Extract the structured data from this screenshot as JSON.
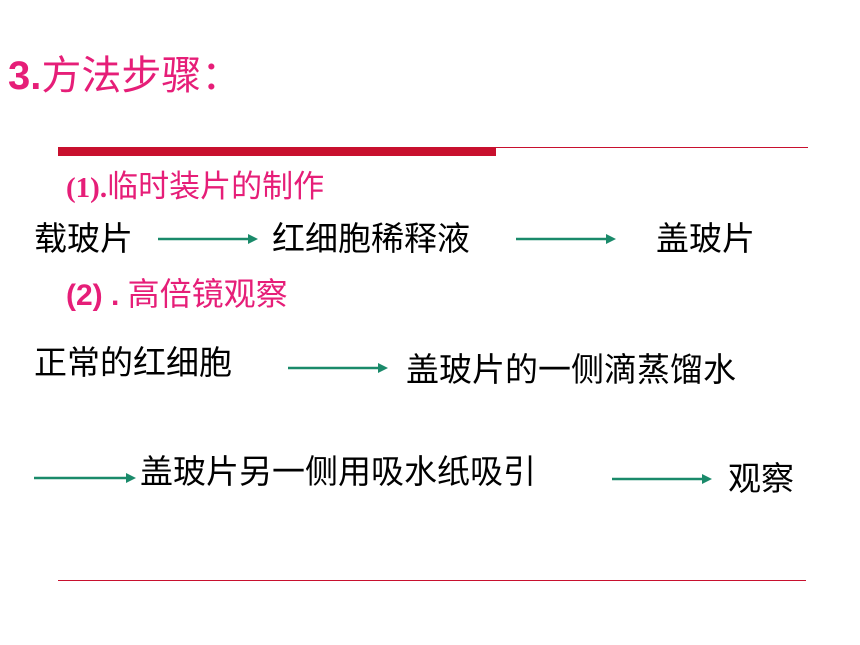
{
  "title": {
    "number": "3.",
    "text": "方法步骤："
  },
  "section1": {
    "number": "(1).",
    "text": "临时装片的制作",
    "steps": [
      "载玻片",
      "红细胞稀释液",
      "盖玻片"
    ]
  },
  "section2": {
    "number": "(2) . ",
    "text": "高倍镜观察",
    "steps": [
      "正常的红细胞",
      "盖玻片的一侧滴蒸馏水",
      "盖玻片另一侧用吸水纸吸引",
      "观察"
    ]
  },
  "colors": {
    "heading": "#e61e78",
    "rule": "#c8102e",
    "arrow": "#1a8a6a"
  }
}
